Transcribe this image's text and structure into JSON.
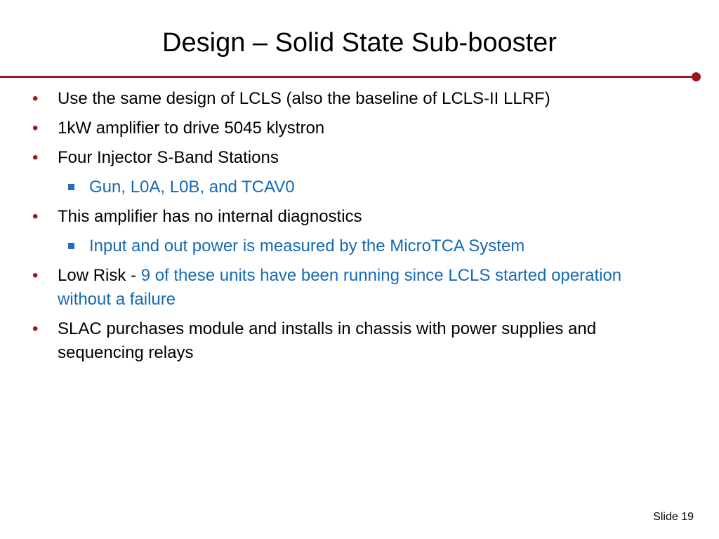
{
  "slide": {
    "title": "Design – Solid State Sub-booster",
    "slide_number": "Slide 19"
  },
  "bullets": [
    {
      "level": 1,
      "text": "Use the same design of LCLS (also the baseline of LCLS-II LLRF)"
    },
    {
      "level": 1,
      "text": "1kW amplifier to drive 5045 klystron"
    },
    {
      "level": 1,
      "text": "Four Injector S-Band Stations"
    },
    {
      "level": 2,
      "text": "Gun, L0A, L0B, and TCAV0"
    },
    {
      "level": 1,
      "text": "This amplifier has no internal diagnostics"
    },
    {
      "level": 2,
      "text": "Input and out power is measured by the MicroTCA System"
    },
    {
      "level": 1,
      "text_prefix": "Low Risk - ",
      "text_highlight": "9 of these units have been running since LCLS started operation without a failure"
    },
    {
      "level": 1,
      "text": "SLAC purchases module and installs in chassis with power supplies and sequencing relays"
    }
  ],
  "colors": {
    "accent_red": "#a0161c",
    "text_blue": "#1569b5",
    "text_black": "#000000"
  },
  "icons": {
    "level1_bullet": "•",
    "level2_bullet": "square-bullet-icon"
  }
}
